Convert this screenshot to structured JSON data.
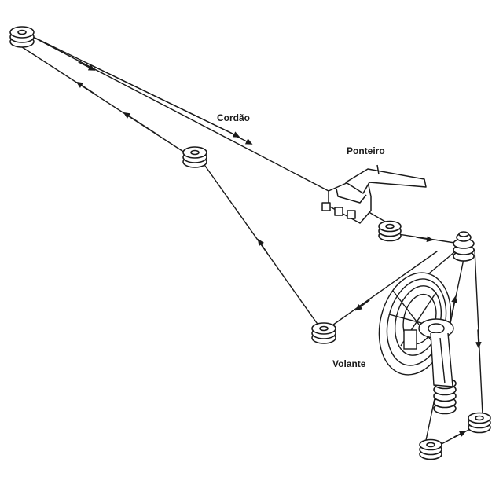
{
  "labels": {
    "cord": "Cordão",
    "pointer": "Ponteiro",
    "flywheel": "Volante"
  },
  "colors": {
    "line": "#1a1a1a",
    "fill": "#ffffff"
  }
}
